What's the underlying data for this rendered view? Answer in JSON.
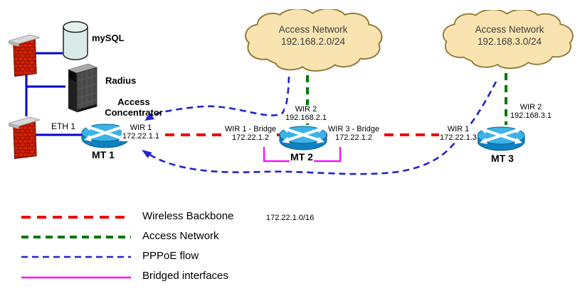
{
  "colors": {
    "backbone_red": "#ee0000",
    "access_green": "#007700",
    "pppoe_blue": "#2323cc",
    "bridged_magenta": "#ff00ff",
    "lan_blue": "#0000cc",
    "cloud_fill": "#f9e4b1",
    "cloud_border": "#8f7a3a"
  },
  "clouds": [
    {
      "name": "Access Network",
      "subnet": "192.168.2.0/24"
    },
    {
      "name": "Access Network",
      "subnet": "192.168.3.0/24"
    }
  ],
  "servers": {
    "mysql_label": "mySQL",
    "radius_label": "Radius"
  },
  "routers": {
    "mt1": {
      "name": "MT 1",
      "role": "Access\nConcentrator",
      "eth_if": "ETH 1",
      "wir1_if": "WIR 1\n172.22.1.1"
    },
    "mt2": {
      "name": "MT 2",
      "wir2_if": "WIR 2\n192.168.2.1",
      "wir1_if": "WIR 1 - Bridge\n172.22.1.2",
      "wir3_if": "WIR 3 - Bridge\n172.22.1.2"
    },
    "mt3": {
      "name": "MT 3",
      "wir2_if": "WIR 2\n192.168.3.1",
      "wir1_if": "WIR 1\n172.22.1.3"
    }
  },
  "legend": [
    {
      "label": "Wireless Backbone",
      "note": "172.22.1.0/16"
    },
    {
      "label": "Access Network",
      "note": ""
    },
    {
      "label": "PPPoE flow",
      "note": ""
    },
    {
      "label": "Bridged interfaces",
      "note": ""
    }
  ]
}
